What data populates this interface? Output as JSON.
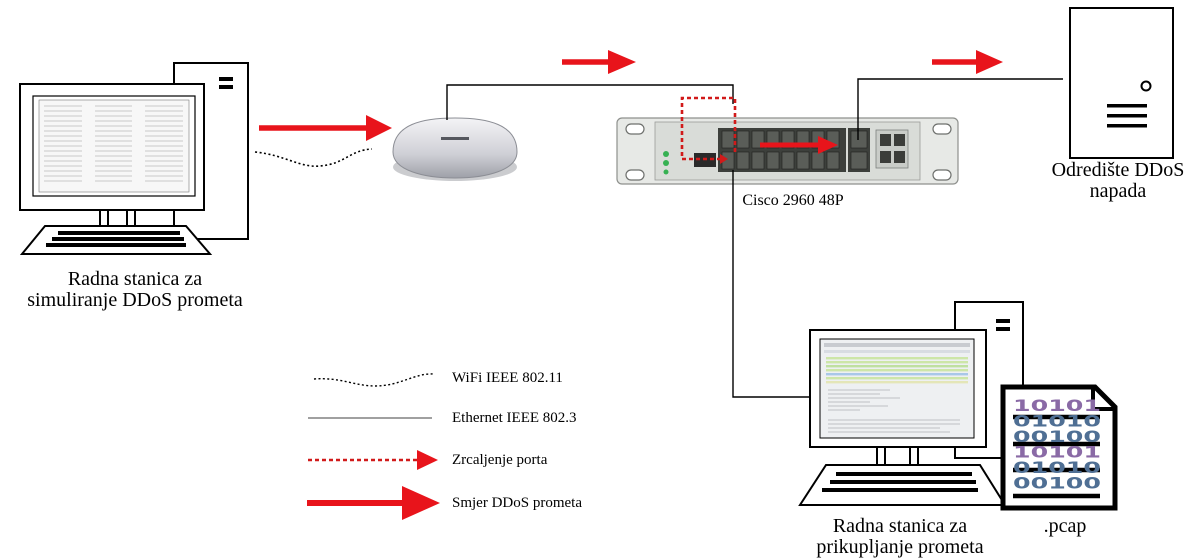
{
  "diagram": {
    "nodes": {
      "workstation_sim": {
        "line1": "Radna stanica za",
        "line2": "simuliranje DDoS prometa"
      },
      "switch": {
        "label": "Cisco 2960 48P"
      },
      "target": {
        "line1": "Odredište DDoS",
        "line2": "napada"
      },
      "workstation_cap": {
        "line1": "Radna stanica za",
        "line2": "prikupljanje prometa"
      },
      "pcap": {
        "label": ".pcap",
        "bits": [
          "10101",
          "01010",
          "00100",
          "10101",
          "01010",
          "00100"
        ]
      }
    },
    "legend": [
      {
        "style": "dotted-curve",
        "label": "WiFi IEEE 802.11"
      },
      {
        "style": "thin-line",
        "label": "Ethernet IEEE 802.3"
      },
      {
        "style": "dashed-red-arrow",
        "label": "Zrcaljenje porta"
      },
      {
        "style": "thick-red-arrow",
        "label": "Smjer DDoS prometa"
      }
    ],
    "colors": {
      "attack_arrow": "#e8141b",
      "mirror": "#d11a1a",
      "pcap_bits_purple": "#8a6aa6",
      "pcap_bits_blue": "#4f6f94"
    }
  }
}
